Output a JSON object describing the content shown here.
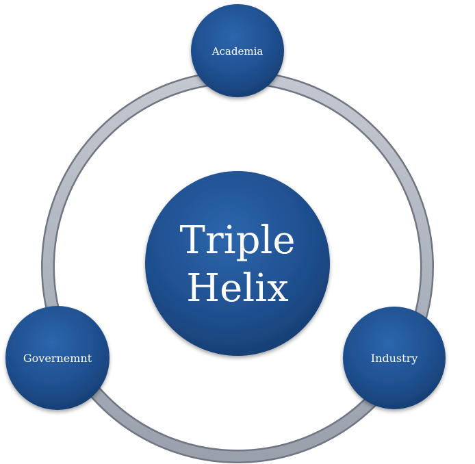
{
  "diagram": {
    "center_label_line1": "Triple",
    "center_label_line2": "Helix",
    "nodes": [
      {
        "label": "Academia"
      },
      {
        "label": "Industry"
      },
      {
        "label": "Governemnt"
      }
    ]
  },
  "colors": {
    "node_fill": "#1f4e8c",
    "ring": "#a9b0bb"
  }
}
